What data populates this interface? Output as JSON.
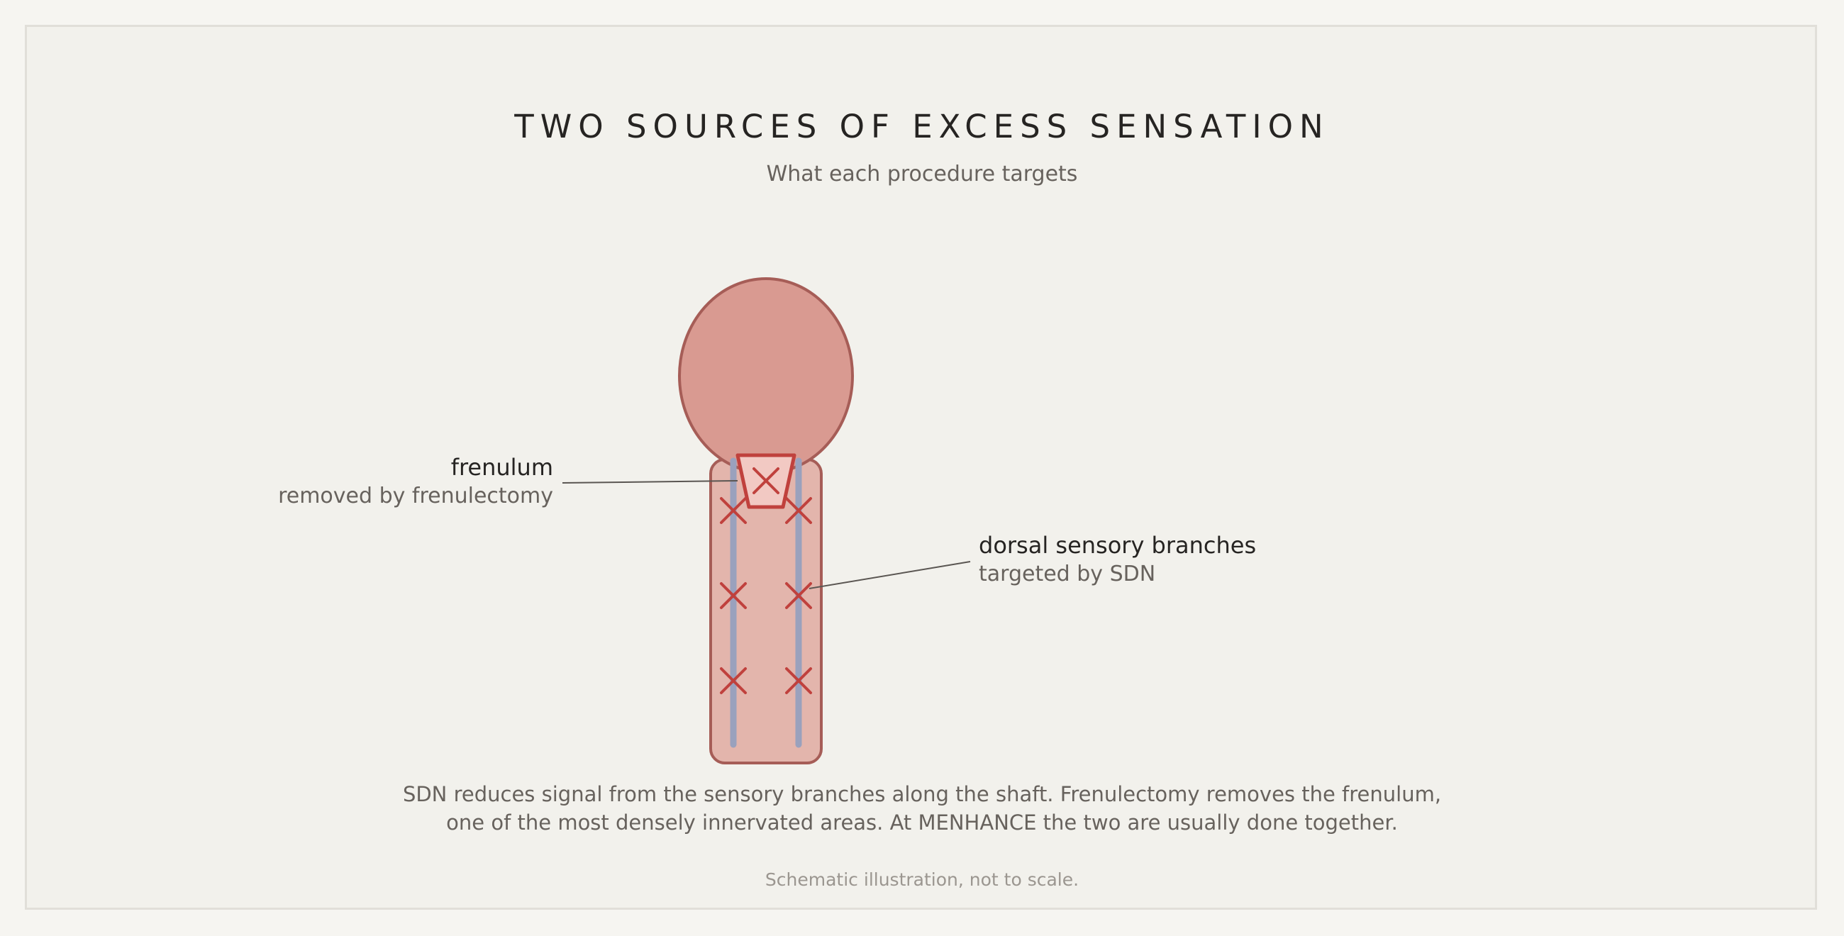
{
  "header": {
    "title": "TWO SOURCES OF EXCESS SENSATION",
    "subtitle": "What each procedure targets"
  },
  "labels": {
    "frenulum": {
      "name": "frenulum",
      "description": "removed by frenulectomy"
    },
    "dorsal": {
      "name": "dorsal sensory branches",
      "description": "targeted by SDN"
    }
  },
  "caption": {
    "line1": "SDN reduces signal from the sensory branches along the shaft. Frenulectomy removes the frenulum,",
    "line2": "one of the most densely innervated areas. At MENHANCE the two are usually done together."
  },
  "footnote": "Schematic illustration, not to scale.",
  "colors": {
    "background": "#f2f1ec",
    "glans_fill": "#d99a91",
    "shaft_fill": "#e3b5ac",
    "outline": "#a65d57",
    "nerve": "#9aa1bd",
    "marker": "#c0413d",
    "frenulum_fill": "#f2c9c3"
  },
  "icons": {
    "marker": "x-mark-icon"
  }
}
